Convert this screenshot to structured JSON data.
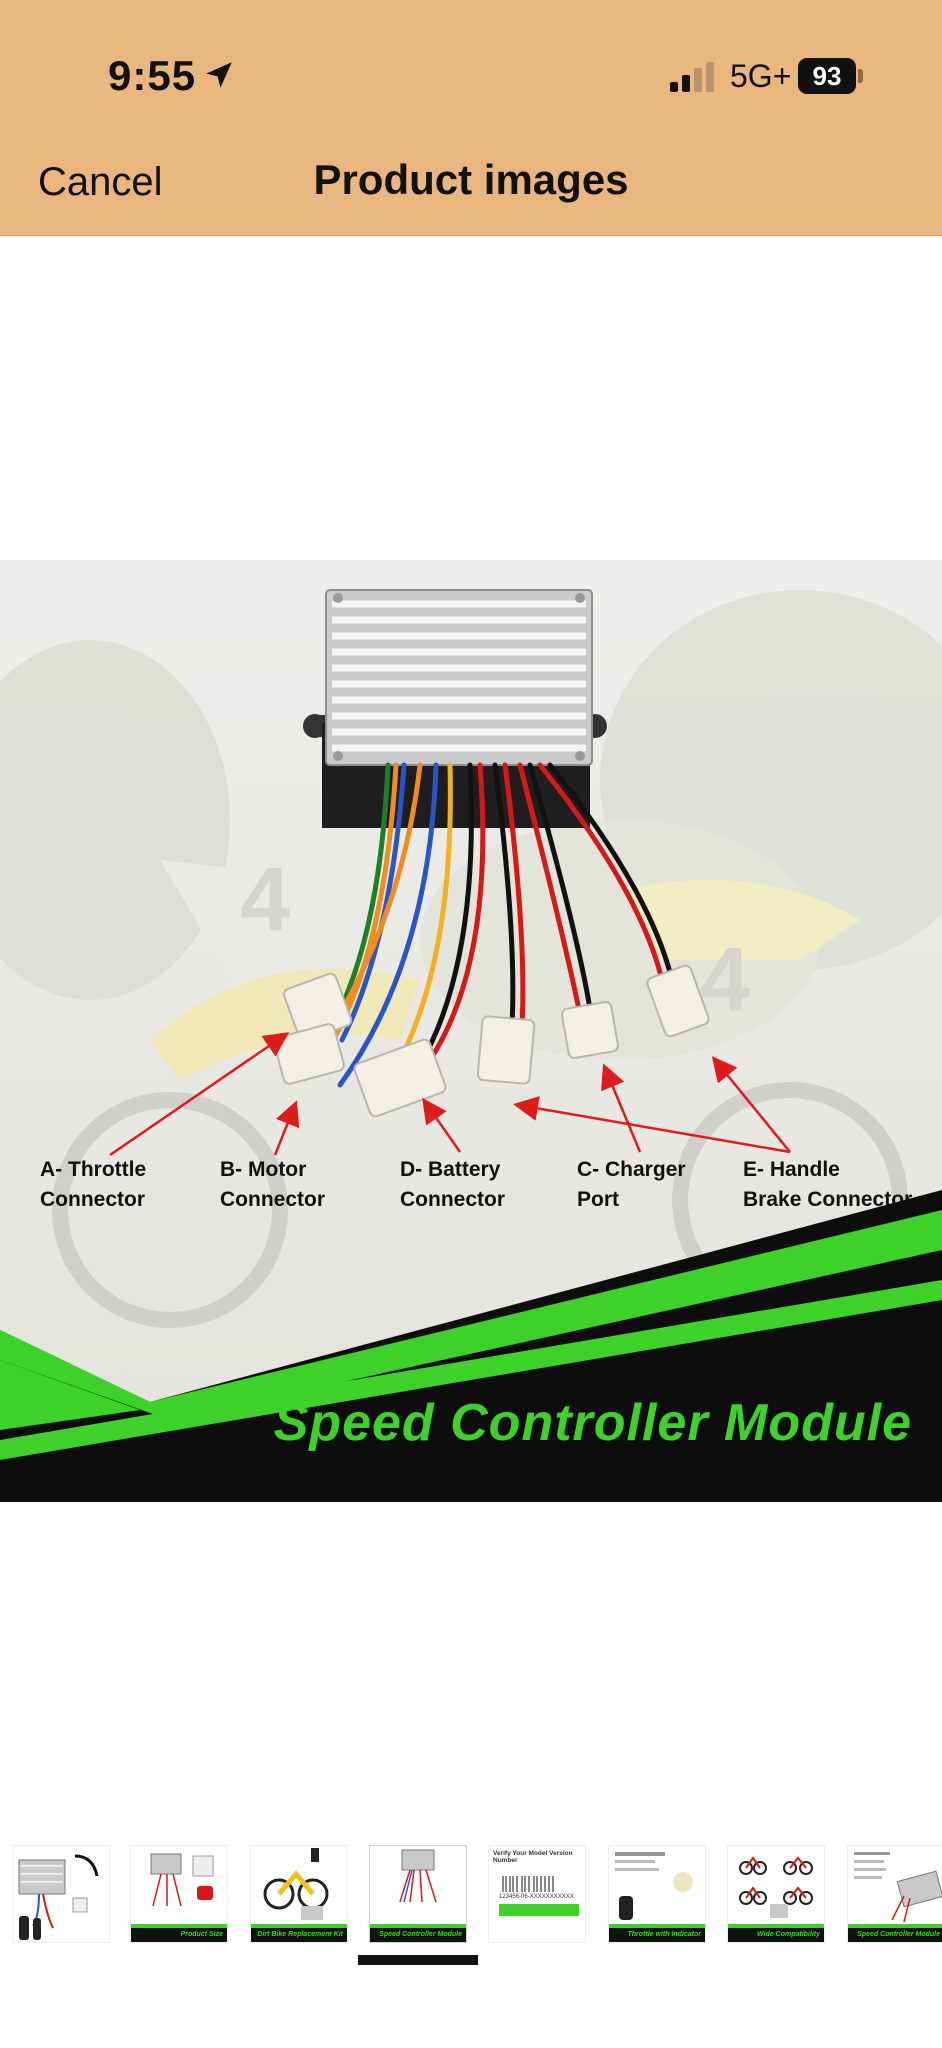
{
  "status_bar": {
    "time": "9:55",
    "network": "5G+",
    "battery": "93"
  },
  "header": {
    "cancel_label": "Cancel",
    "title": "Product images"
  },
  "product_image": {
    "labels": {
      "a": [
        "A- Throttle",
        "Connector"
      ],
      "b": [
        "B- Motor",
        "Connector"
      ],
      "d": [
        "D- Battery",
        "Connector"
      ],
      "c": [
        "C- Charger",
        "Port"
      ],
      "e": [
        "E- Handle",
        "Brake Connector"
      ]
    },
    "banner_title": "Speed Controller Module",
    "colors": {
      "accent_green": "#3dd12a",
      "arrow_red": "#e01b1b"
    }
  },
  "thumbnails": [
    {
      "caption": ""
    },
    {
      "caption": "Product Size"
    },
    {
      "caption": "Dirt Bike Replacement Kit"
    },
    {
      "caption": "Speed Controller Module"
    },
    {
      "caption": "",
      "heading": "Verify Your Model Version Number",
      "code": "123456-06-XXXXXXXXXXX"
    },
    {
      "caption": "Throttle with Indicator Lights"
    },
    {
      "caption": "Wide Compatibility"
    },
    {
      "caption": "Speed Controller Module"
    }
  ],
  "selected_thumbnail_index": 3
}
